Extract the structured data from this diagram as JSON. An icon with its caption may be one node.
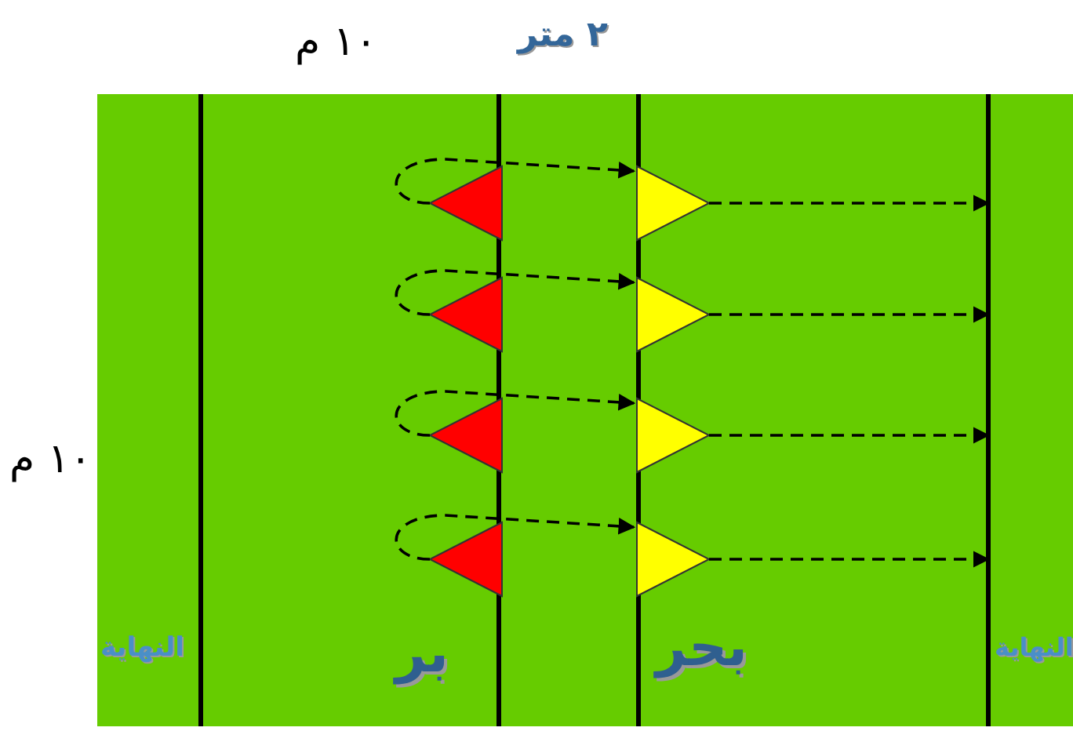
{
  "diagram": {
    "nodes": [
      {
        "text": [],
        "shape": "triangle"
      },
      {
        "text": [],
        "shape": "triangle"
      },
      {
        "text": [],
        "shape": "triangle"
      },
      {
        "text": [],
        "shape": "triangle"
      },
      {
        "text": [],
        "shape": "triangle"
      },
      {
        "text": [],
        "shape": "triangle"
      },
      {
        "text": [],
        "shape": "triangle"
      },
      {
        "text": [],
        "shape": "triangle"
      }
    ],
    "edges": [
      {
        "from": 0,
        "to": 4,
        "arrow": "to",
        "style": "dashed"
      },
      {
        "from": 1,
        "to": 5,
        "arrow": "to",
        "style": "dashed"
      },
      {
        "from": 2,
        "to": 6,
        "arrow": "to",
        "style": "dashed"
      },
      {
        "from": 3,
        "to": 7,
        "arrow": "to",
        "style": "dashed"
      },
      {
        "from": 4,
        "to": null,
        "arrow": "to",
        "style": "dashed"
      },
      {
        "from": 5,
        "to": null,
        "arrow": "to",
        "style": "dashed"
      },
      {
        "from": 6,
        "to": null,
        "arrow": "to",
        "style": "dashed"
      },
      {
        "from": 7,
        "to": null,
        "arrow": "to",
        "style": "dashed"
      }
    ],
    "labels": [
      "١٠ م",
      "٢ متر",
      "١٠ م",
      "النهاية",
      "بر",
      "بحر",
      "النهاية"
    ]
  }
}
